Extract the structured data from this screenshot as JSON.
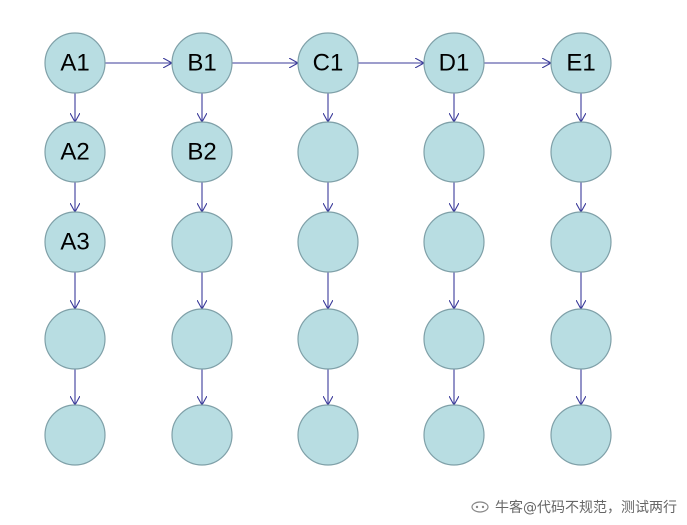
{
  "diagram": {
    "rows": 5,
    "cols": 5,
    "node_fill": "#b8dde2",
    "node_stroke": "#7fa0a8",
    "arrow_color": "#3b3b9a",
    "labels": [
      [
        "A1",
        "B1",
        "C1",
        "D1",
        "E1"
      ],
      [
        "A2",
        "B2",
        "",
        "",
        ""
      ],
      [
        "A3",
        "",
        "",
        "",
        ""
      ],
      [
        "",
        "",
        "",
        "",
        ""
      ],
      [
        "",
        "",
        "",
        "",
        ""
      ]
    ],
    "horizontal_edges_row": 0
  },
  "watermark": {
    "text": "牛客@代码不规范，测试两行",
    "icon": "logo-icon"
  }
}
